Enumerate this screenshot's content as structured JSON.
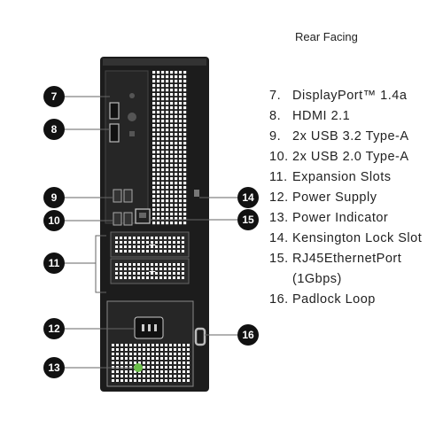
{
  "title": "Rear Facing",
  "callouts": [
    {
      "num": "7",
      "name": "DisplayPort™ 1.4a"
    },
    {
      "num": "8",
      "name": "HDMI 2.1"
    },
    {
      "num": "9",
      "name": "2x USB 3.2 Type-A"
    },
    {
      "num": "10",
      "name": "2x USB 2.0 Type-A"
    },
    {
      "num": "11",
      "name": "Expansion Slots"
    },
    {
      "num": "12",
      "name": "Power Supply"
    },
    {
      "num": "13",
      "name": "Power Indicator"
    },
    {
      "num": "14",
      "name": "Kensington Lock Slot"
    },
    {
      "num": "15",
      "name": "RJ45EthernetPort",
      "name_cont": "(1Gbps)"
    },
    {
      "num": "16",
      "name": "Padlock Loop"
    }
  ],
  "colors": {
    "chassis": "#1c1c1c",
    "panel": "#2a2a2a",
    "vent": "#ffffff",
    "badge": "#111111",
    "indicator": "#6cc04a"
  }
}
